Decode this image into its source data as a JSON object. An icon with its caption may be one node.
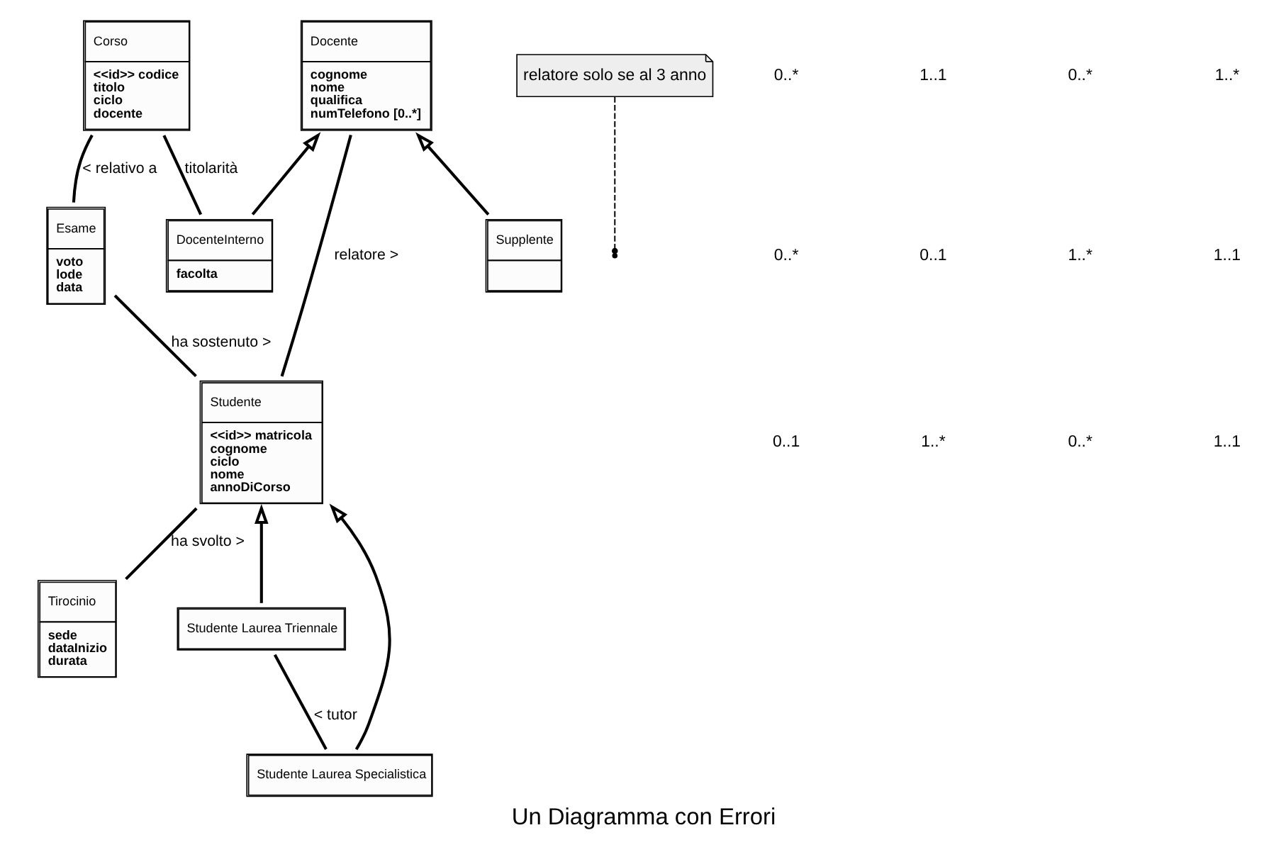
{
  "diagram": {
    "caption": "Un Diagramma con Errori",
    "nodes": [
      {
        "text": [
          "Corso",
          "<<id>> codice",
          "titolo",
          "ciclo",
          "docente"
        ]
      },
      {
        "text": [
          "Esame",
          "voto",
          "lode",
          "data"
        ]
      },
      {
        "text": [
          "Docente",
          "cognome",
          "nome",
          "qualifica",
          "numTelefono [0..*]"
        ]
      },
      {
        "text": [
          "relatore solo se al 3 anno"
        ]
      },
      {
        "text": [
          "Studente",
          "<<id>> matricola",
          "cognome",
          "ciclo",
          "nome",
          "annoDiCorso"
        ]
      },
      {
        "text": [
          "Tirocinio",
          "sede",
          "dataInizio",
          "durata"
        ]
      },
      {
        "text": [
          "DocenteInterno",
          "facolta"
        ]
      },
      {
        "text": [
          "Supplente"
        ]
      },
      {
        "text": [
          "Studente Laurea Triennale"
        ]
      },
      {
        "text": [
          "Studente Laurea Specialistica"
        ]
      }
    ],
    "edges": [
      {
        "from": 0,
        "to": 1,
        "arrow": "none",
        "label": "< relativo a"
      },
      {
        "from": 1,
        "to": 4,
        "arrow": "none",
        "label": "ha sostenuto >"
      },
      {
        "from": 2,
        "to": 4,
        "arrow": "none",
        "label": "relatore >"
      },
      {
        "from": 3,
        "to": null,
        "arrow": "other",
        "style": "dashed"
      },
      {
        "from": 4,
        "to": 5,
        "arrow": "none",
        "label": "ha svolto >"
      },
      {
        "from": 0,
        "to": 6,
        "arrow": "none",
        "label": "titolarità"
      },
      {
        "from": 6,
        "to": 2,
        "arrow": "to"
      },
      {
        "from": 7,
        "to": 2,
        "arrow": "to"
      },
      {
        "from": 8,
        "to": 4,
        "arrow": "to"
      },
      {
        "from": 9,
        "to": 4,
        "arrow": "to"
      },
      {
        "from": 8,
        "to": 9,
        "arrow": "none",
        "label": "< tutor"
      }
    ],
    "labels": [
      "0..*",
      "1..1",
      "0..*",
      "1..*",
      "0..*",
      "0..1",
      "1..*",
      "1..1",
      "0..1",
      "1..*",
      "0..*",
      "1..1"
    ]
  }
}
